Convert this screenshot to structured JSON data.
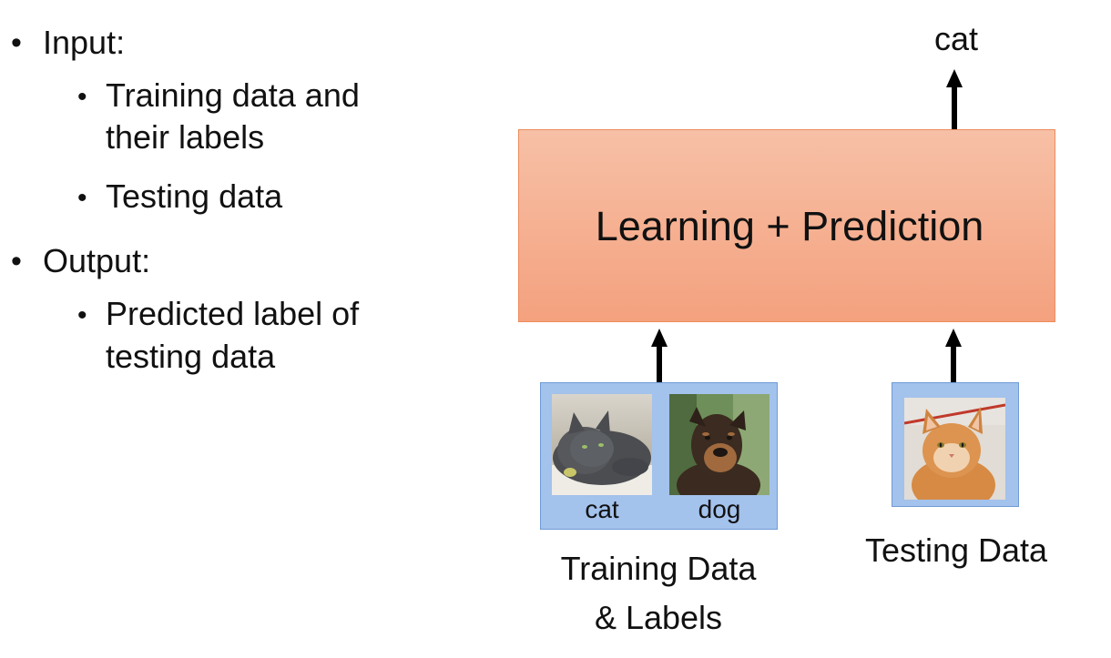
{
  "bullets": {
    "input_label": "Input:",
    "input_items": [
      "Training data and",
      "their labels",
      "Testing data"
    ],
    "output_label": "Output:",
    "output_items": [
      "Predicted label of",
      "testing data"
    ]
  },
  "diagram": {
    "process_label": "Learning + Prediction",
    "output_label": "cat",
    "training_panel": {
      "labels": [
        "cat",
        "dog"
      ],
      "caption_line1": "Training Data",
      "caption_line2": "& Labels"
    },
    "testing_panel": {
      "caption": "Testing Data"
    }
  },
  "colors": {
    "process_box_top": "#f7c0a6",
    "process_box_bottom": "#f4a17e",
    "process_box_border": "#ed8c5e",
    "panel_fill": "#a3c2ec",
    "panel_border": "#6f9bd6",
    "arrow": "#000000"
  },
  "icons": {
    "training_image_1": "gray-cat-photo",
    "training_image_2": "dog-photo",
    "testing_image": "orange-cat-photo"
  }
}
